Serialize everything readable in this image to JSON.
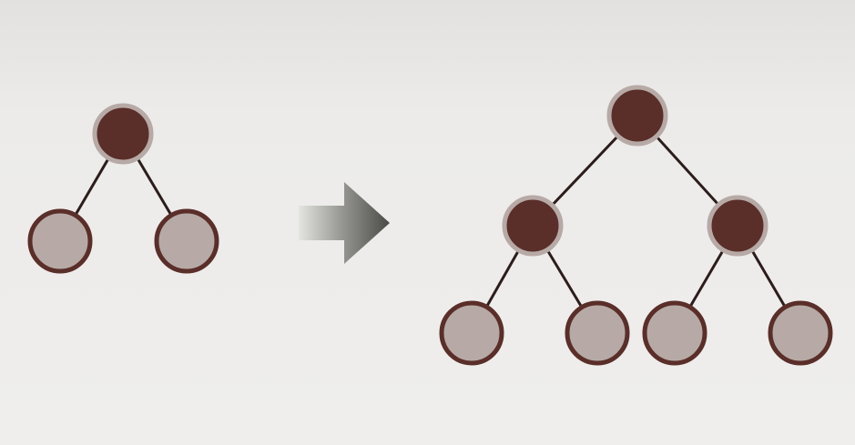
{
  "colors": {
    "background": "#ebe9e7",
    "internal_node_fill": "#5a2e29",
    "internal_node_ring": "#b7aaa6",
    "leaf_fill": "#b7aaa6",
    "leaf_ring": "#5a2e29",
    "edge": "#2b1d1b",
    "arrow_dark": "#4a4a47",
    "arrow_light": "#dcdcd8"
  },
  "icons": {
    "arrow": "right-arrow-icon"
  },
  "diagram": {
    "type": "tree-growth",
    "before": {
      "levels": 2,
      "nodes": [
        {
          "id": "b-root",
          "role": "internal",
          "parent": null
        },
        {
          "id": "b-left",
          "role": "leaf",
          "parent": "b-root"
        },
        {
          "id": "b-right",
          "role": "leaf",
          "parent": "b-root"
        }
      ]
    },
    "after": {
      "levels": 3,
      "nodes": [
        {
          "id": "a-root",
          "role": "internal",
          "parent": null
        },
        {
          "id": "a-left",
          "role": "internal",
          "parent": "a-root"
        },
        {
          "id": "a-right",
          "role": "internal",
          "parent": "a-root"
        },
        {
          "id": "a-ll",
          "role": "leaf",
          "parent": "a-left"
        },
        {
          "id": "a-lr",
          "role": "leaf",
          "parent": "a-left"
        },
        {
          "id": "a-rl",
          "role": "leaf",
          "parent": "a-right"
        },
        {
          "id": "a-rr",
          "role": "leaf",
          "parent": "a-right"
        }
      ]
    }
  }
}
